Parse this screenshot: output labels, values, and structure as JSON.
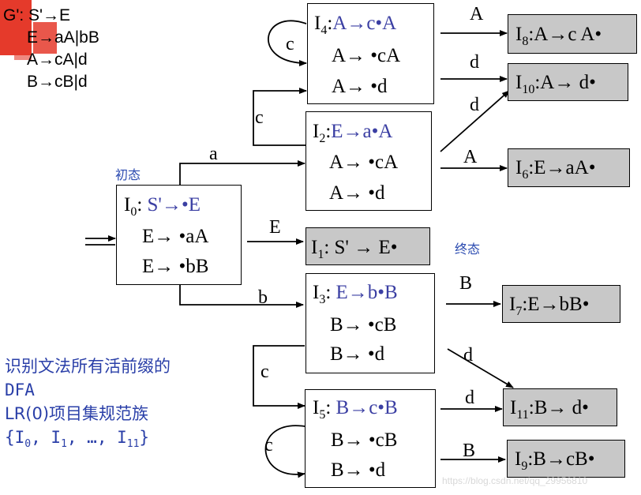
{
  "grammar": [
    "G': S'→E",
    "E→aA|bB",
    "A→cA|d",
    "B→cB|d"
  ],
  "labels": {
    "initial": "初态",
    "final": "终态"
  },
  "states": {
    "I0": {
      "id": "I",
      "sub": "0",
      "head": "S'→•E",
      "items": [
        "E→ •aA",
        "E→ •bB"
      ]
    },
    "I1": {
      "id": "I",
      "sub": "1",
      "head": "S' → E•",
      "items": []
    },
    "I2": {
      "id": "I",
      "sub": "2",
      "head": "E→a•A",
      "items": [
        "A→ •cA",
        "A→ •d"
      ]
    },
    "I3": {
      "id": "I",
      "sub": "3",
      "head": "E→b•B",
      "items": [
        "B→ •cB",
        "B→ •d"
      ]
    },
    "I4": {
      "id": "I",
      "sub": "4",
      "head": "A→c•A",
      "items": [
        "A→ •cA",
        "A→ •d"
      ]
    },
    "I5": {
      "id": "I",
      "sub": "5",
      "head": "B→c•B",
      "items": [
        "B→ •cB",
        "B→ •d"
      ]
    },
    "I6": {
      "id": "I",
      "sub": "6",
      "head": "E→aA•",
      "items": []
    },
    "I7": {
      "id": "I",
      "sub": "7",
      "head": "E→bB•",
      "items": []
    },
    "I8": {
      "id": "I",
      "sub": "8",
      "head": "A→c A•",
      "items": []
    },
    "I9": {
      "id": "I",
      "sub": "9",
      "head": "B→cB•",
      "items": []
    },
    "I10": {
      "id": "I",
      "sub": "10",
      "head": "A→ d•",
      "items": []
    },
    "I11": {
      "id": "I",
      "sub": "11",
      "head": "B→ d•",
      "items": []
    }
  },
  "transitions": {
    "a": "a",
    "b": "b",
    "E": "E",
    "c_0": "c",
    "c_1": "c",
    "c_2": "c",
    "c_3": "c",
    "A_4": "A",
    "A_2": "A",
    "B_3": "B",
    "B_5": "B",
    "d_4": "d",
    "d_2": "d",
    "d_3": "d",
    "d_5": "d"
  },
  "summary": [
    "识别文法所有活前缀的",
    "DFA",
    "LR(0)项目集规范族",
    "{I",
    "0",
    ", I",
    "1",
    ", …,  I",
    "11",
    "}"
  ],
  "watermark": "https://blog.csdn.net/qq_29956810",
  "colors": {
    "accent_blue": "#3b3fa3",
    "final_fill": "#c8c8c8",
    "deco_red": "#e53a2b"
  }
}
